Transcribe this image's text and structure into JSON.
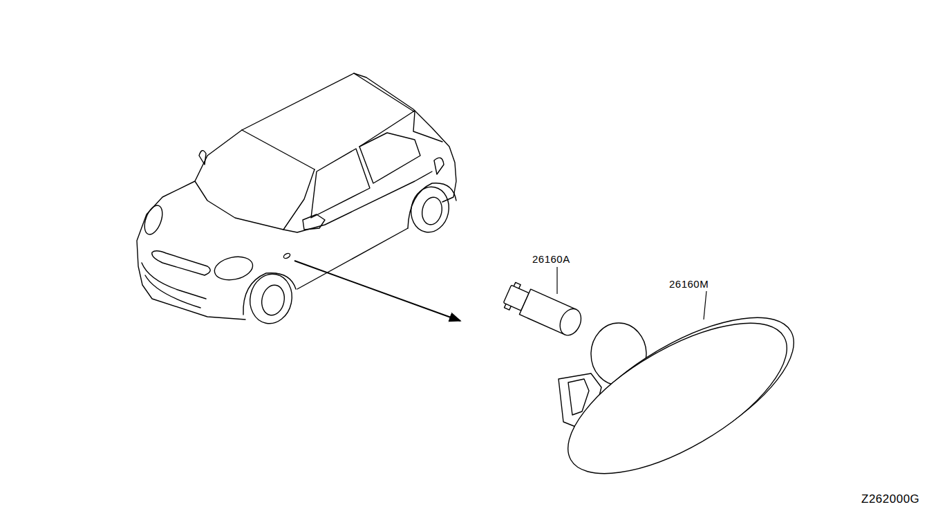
{
  "diagram": {
    "labels": [
      "26160A",
      "26160M",
      "Z262000G"
    ]
  }
}
